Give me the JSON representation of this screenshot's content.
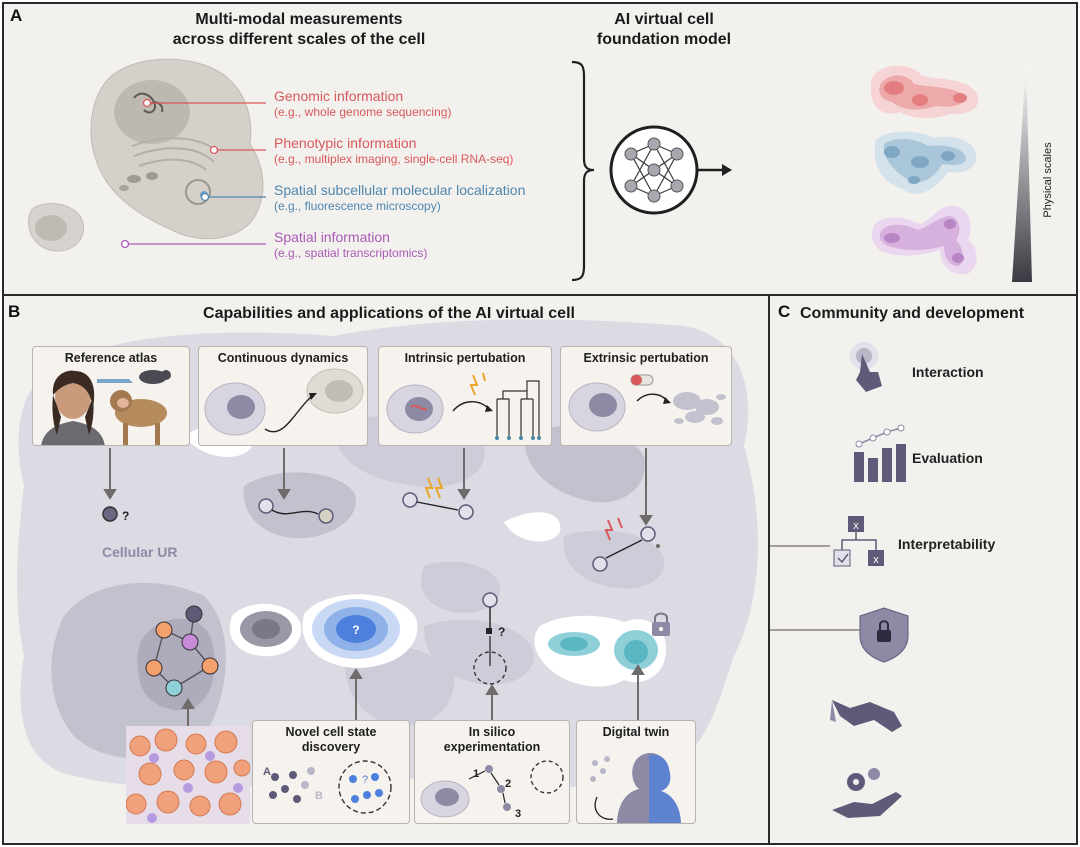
{
  "panel_a": {
    "letter": "A",
    "title_line1": "Multi-modal measurements",
    "title_line2": "across different scales of the cell",
    "model_title_line1": "AI virtual cell",
    "model_title_line2": "foundation model",
    "physical_scales_label": "Physical scales",
    "info": [
      {
        "title": "Genomic information",
        "subtitle": "(e.g., whole genome sequencing)",
        "color": "#d9585a"
      },
      {
        "title": "Phenotypic information",
        "subtitle": "(e.g., multiplex imaging, single-cell RNA-seq)",
        "color": "#d9585a"
      },
      {
        "title": "Spatial subcellular molecular localization",
        "subtitle": "(e.g., fluorescence microscopy)",
        "color": "#4e86ad"
      },
      {
        "title": "Spatial information",
        "subtitle": "(e.g., spatial transcriptomics)",
        "color": "#a85bb5"
      }
    ]
  },
  "panel_b": {
    "letter": "B",
    "title": "Capabilities and applications of the AI virtual cell",
    "cellular_ur_label": "Cellular UR",
    "question_mark": "?",
    "cards_top": [
      "Reference atlas",
      "Continuous dynamics",
      "Intrinsic pertubation",
      "Extrinsic pertubation"
    ],
    "card_novel_line1": "Novel cell state",
    "card_novel_line2": "discovery",
    "card_insilico_line1": "In silico",
    "card_insilico_line2": "experimentation",
    "card_digital_twin": "Digital twin",
    "novel_labels": [
      "A",
      "B"
    ],
    "insilico_steps": [
      "1",
      "2",
      "3"
    ]
  },
  "panel_c": {
    "letter": "C",
    "title": "Community and development",
    "items": [
      "Interaction",
      "Evaluation",
      "Interpretability"
    ],
    "icons": [
      "touch-icon",
      "bar-chart-icon",
      "decision-tree-icon",
      "shield-lock-icon",
      "handshake-icon",
      "gear-hand-icon"
    ]
  },
  "colors": {
    "panel_bg": "#f3f1ee",
    "manifold": "#dcdae3",
    "manifold_dark": "#c4c1cf",
    "node": "#8d8aa6",
    "genomic_red": "#d9585a",
    "localization_blue": "#4e86ad",
    "spatial_purple": "#a85bb5"
  }
}
